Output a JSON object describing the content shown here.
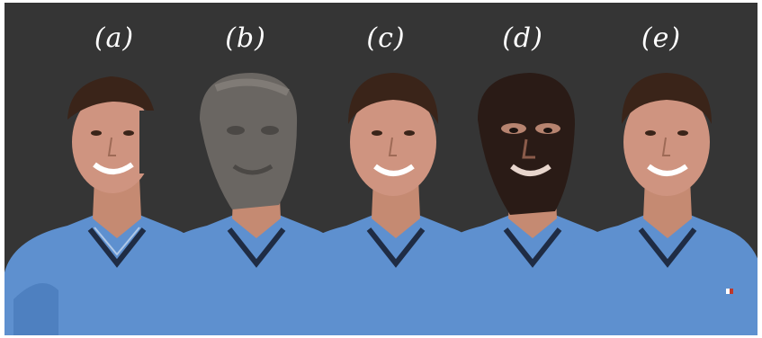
{
  "panels": [
    {
      "label": "(a)",
      "variant": "partial-scan"
    },
    {
      "label": "(b)",
      "variant": "untextured-mesh"
    },
    {
      "label": "(c)",
      "variant": "full-texture"
    },
    {
      "label": "(d)",
      "variant": "dark-texture"
    },
    {
      "label": "(e)",
      "variant": "full-texture"
    }
  ],
  "colors": {
    "background": "#353535",
    "shirt": "#5e90cf",
    "shirt_shadow": "#3f6fae",
    "collar_stripe": "#1f2c44",
    "skin": "#c98f78",
    "hair": "#3a2419",
    "mesh": "#6a6662",
    "dark_face": "#2a1b16"
  }
}
